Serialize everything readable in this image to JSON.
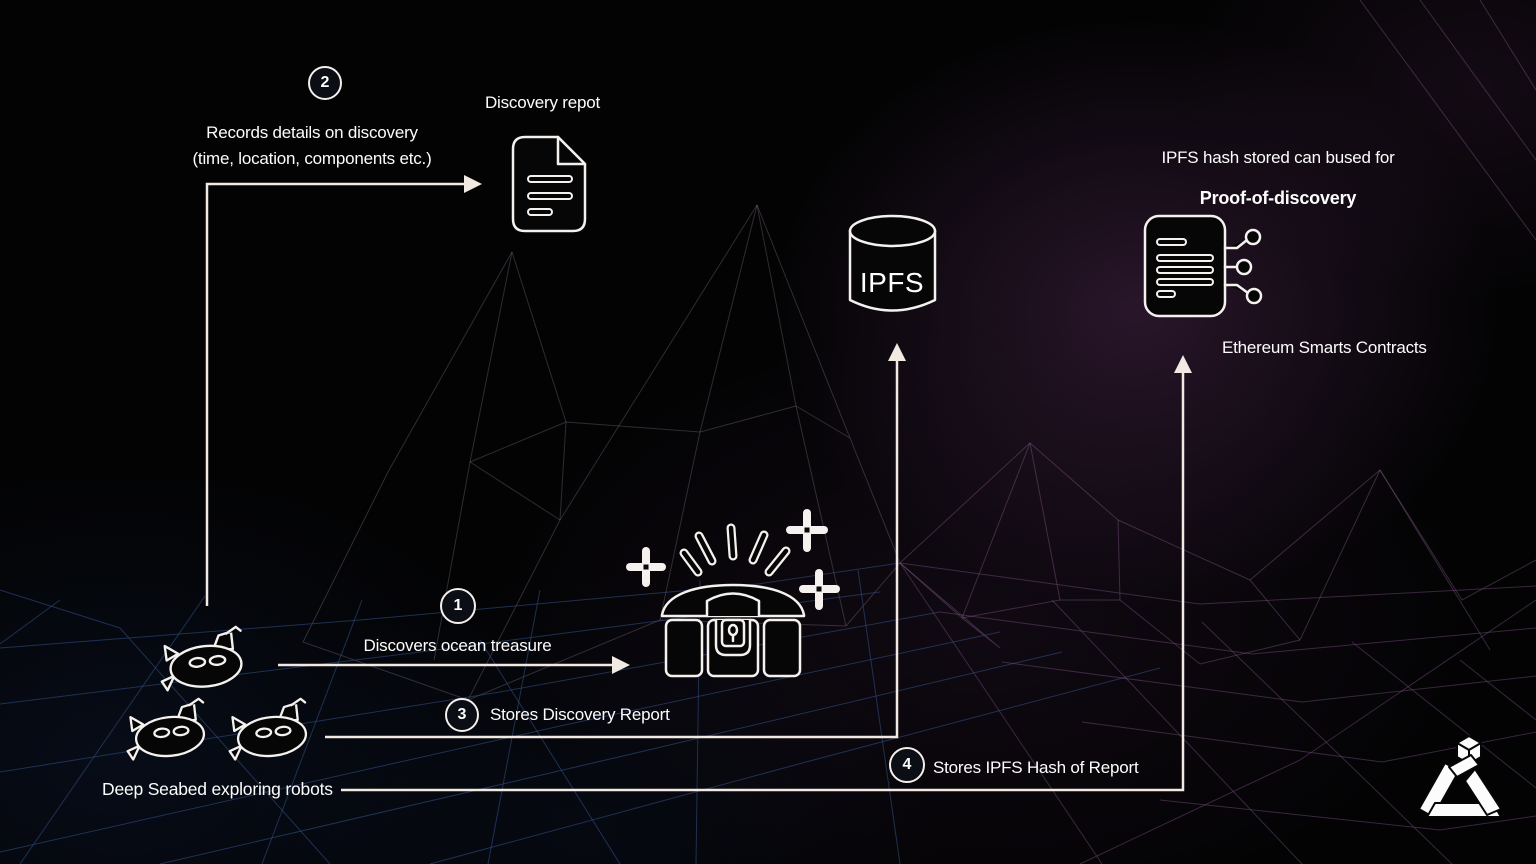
{
  "steps": [
    {
      "number": "1",
      "label": "Discovers ocean treasure"
    },
    {
      "number": "2",
      "label": "Records details on discovery",
      "sublabel": "(time, location, components etc.)"
    },
    {
      "number": "3",
      "label": "Stores Discovery Report"
    },
    {
      "number": "4",
      "label": "Stores IPFS Hash of Report"
    }
  ],
  "nodes": {
    "discovery_report": {
      "label": "Discovery repot",
      "icon": "document-icon"
    },
    "ipfs": {
      "label": "IPFS",
      "icon": "database-icon"
    },
    "ethereum": {
      "line1": "IPFS hash stored can bused for",
      "line2": "Proof-of-discovery",
      "caption": "Ethereum Smarts Contracts",
      "icon": "smart-contract-icon"
    },
    "treasure": {
      "icon": "treasure-chest-icon"
    },
    "robots": {
      "label": "Deep Seabed exploring robots",
      "icon": "submarine-icon",
      "count": 3
    }
  },
  "branding": {
    "logo": "isometric-triangle-cube-logo"
  },
  "colors": {
    "background": "#030304",
    "arrow": "#f2e9e3",
    "text": "#fdfdfd",
    "mesh_blue": "#2e4a7c",
    "mesh_purple": "#6f4a78",
    "mesh_gray": "#a494ac",
    "glow": "#4e2850"
  }
}
